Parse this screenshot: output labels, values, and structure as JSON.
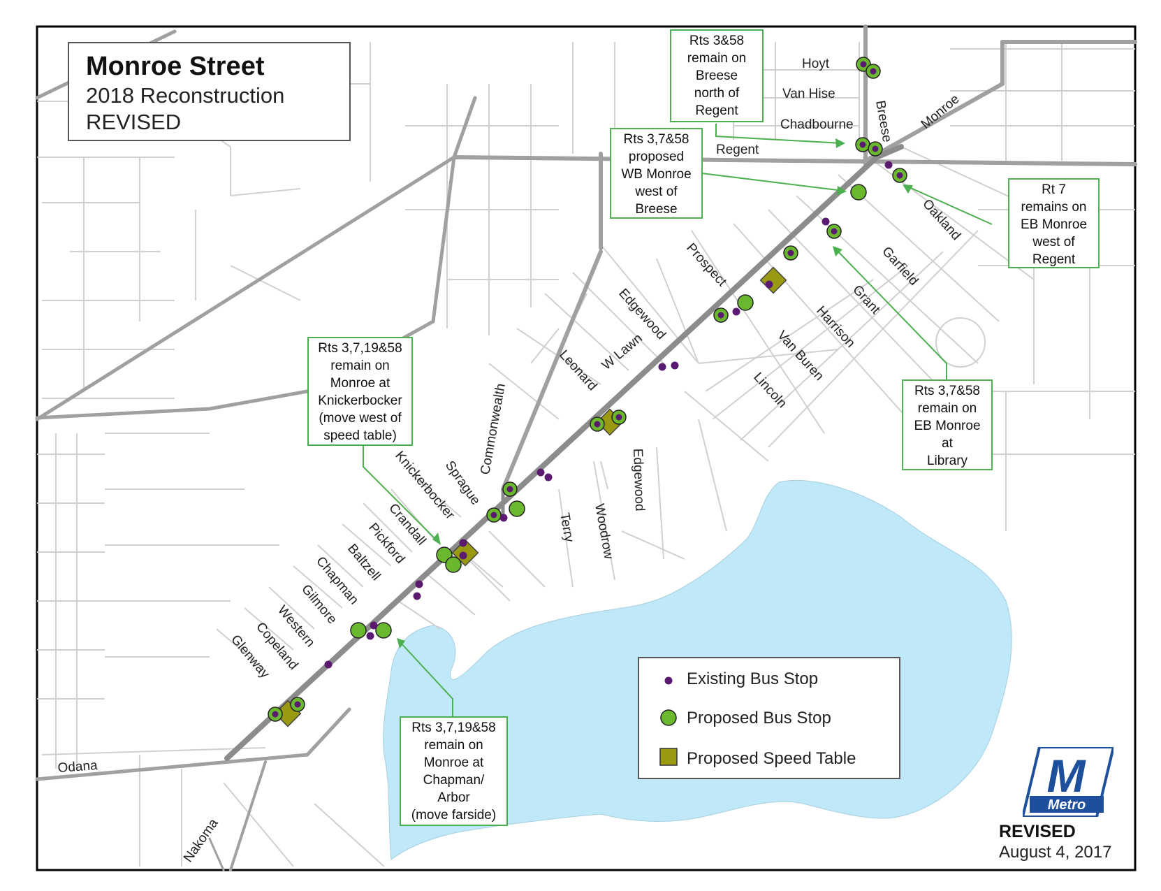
{
  "title": {
    "main": "Monroe Street",
    "line2": "2018 Reconstruction",
    "line3": "REVISED"
  },
  "callouts": [
    {
      "id": "breese-regent",
      "lines": [
        "Rts 3&58",
        "remain on",
        "Breese",
        "north of",
        "Regent"
      ]
    },
    {
      "id": "wb-monroe",
      "lines": [
        "Rts 3,7&58",
        "proposed",
        "WB Monroe",
        "west of",
        "Breese"
      ]
    },
    {
      "id": "eb-regent",
      "lines": [
        "Rt 7",
        "remains on",
        "EB Monroe",
        "west of",
        "Regent"
      ]
    },
    {
      "id": "library",
      "lines": [
        "Rts 3,7&58",
        "remain on",
        "EB Monroe",
        "at",
        "Library"
      ]
    },
    {
      "id": "knickerbocker",
      "lines": [
        "Rts 3,7,19&58",
        "remain on",
        "Monroe at",
        "Knickerbocker",
        "(move west of",
        "speed table)"
      ]
    },
    {
      "id": "chapman",
      "lines": [
        "Rts 3,7,19&58",
        "remain on",
        "Monroe at",
        "Chapman/",
        "Arbor",
        "(move farside)"
      ]
    }
  ],
  "streets": {
    "hoyt": "Hoyt",
    "van_hise": "Van Hise",
    "chadbourne": "Chadbourne",
    "regent": "Regent",
    "breese": "Breese",
    "monroe": "Monroe",
    "oakland": "Oakland",
    "garfield": "Garfield",
    "grant": "Grant",
    "harrison": "Harrison",
    "van_buren": "Van Buren",
    "lincoln": "Lincoln",
    "prospect": "Prospect",
    "edgewood_north": "Edgewood",
    "w_lawn": "W Lawn",
    "leonard": "Leonard",
    "commonwealth": "Commonwealth",
    "edgewood_south": "Edgewood",
    "terry": "Terry",
    "woodrow": "Woodrow",
    "sprague": "Sprague",
    "knickerbocker": "Knickerbocker",
    "crandall": "Crandall",
    "pickford": "Pickford",
    "baltzell": "Baltzell",
    "chapman": "Chapman",
    "gilmore": "Gilmore",
    "western": "Western",
    "copeland": "Copeland",
    "glenway": "Glenway",
    "odana": "Odana",
    "nakoma": "Nakoma"
  },
  "legend": {
    "existing": "Existing Bus Stop",
    "proposed": "Proposed Bus Stop",
    "speed_table": "Proposed Speed Table"
  },
  "logo": {
    "letter": "M",
    "text": "Metro"
  },
  "footer": {
    "revised": "REVISED",
    "date": "August 4, 2017"
  },
  "colors": {
    "lake": "#bfe8f8",
    "existing_stop": "#5a1a70",
    "proposed_stop": "#6ab82e",
    "speed_table": "#9a9a12",
    "callout_border": "#4caf50",
    "street_major": "#a0a0a0",
    "street_minor": "#d0d0d0",
    "logo_blue": "#1d4f9c"
  }
}
